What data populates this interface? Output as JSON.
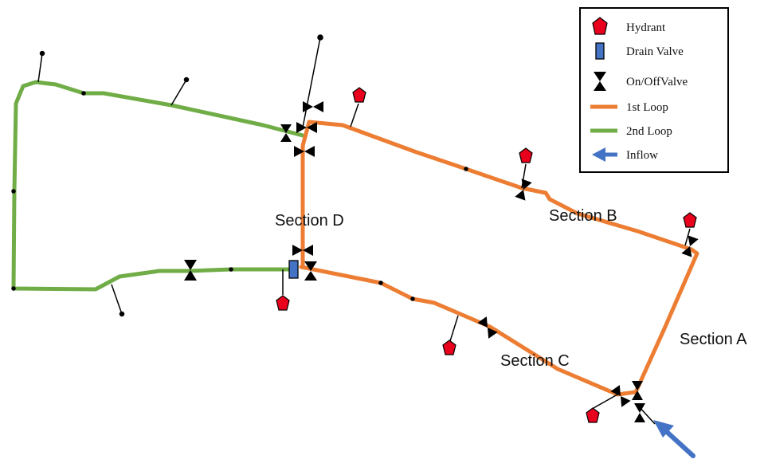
{
  "colors": {
    "loop1": "#ec7d32",
    "loop2": "#70ad47",
    "hydrant": "#e8001c",
    "drain_valve": "#4472c4",
    "inflow": "#4472c4",
    "valve": "#000000"
  },
  "legend": {
    "items": [
      {
        "key": "hydrant",
        "label": "Hydrant"
      },
      {
        "key": "drain_valve",
        "label": "Drain Valve"
      },
      {
        "key": "valve",
        "label": "On/OffValve"
      },
      {
        "key": "loop1",
        "label": "1st Loop"
      },
      {
        "key": "loop2",
        "label": "2nd Loop"
      },
      {
        "key": "inflow",
        "label": "Inflow"
      }
    ]
  },
  "sections": {
    "a": "Section A",
    "b": "Section B",
    "c": "Section C",
    "d": "Section D"
  }
}
